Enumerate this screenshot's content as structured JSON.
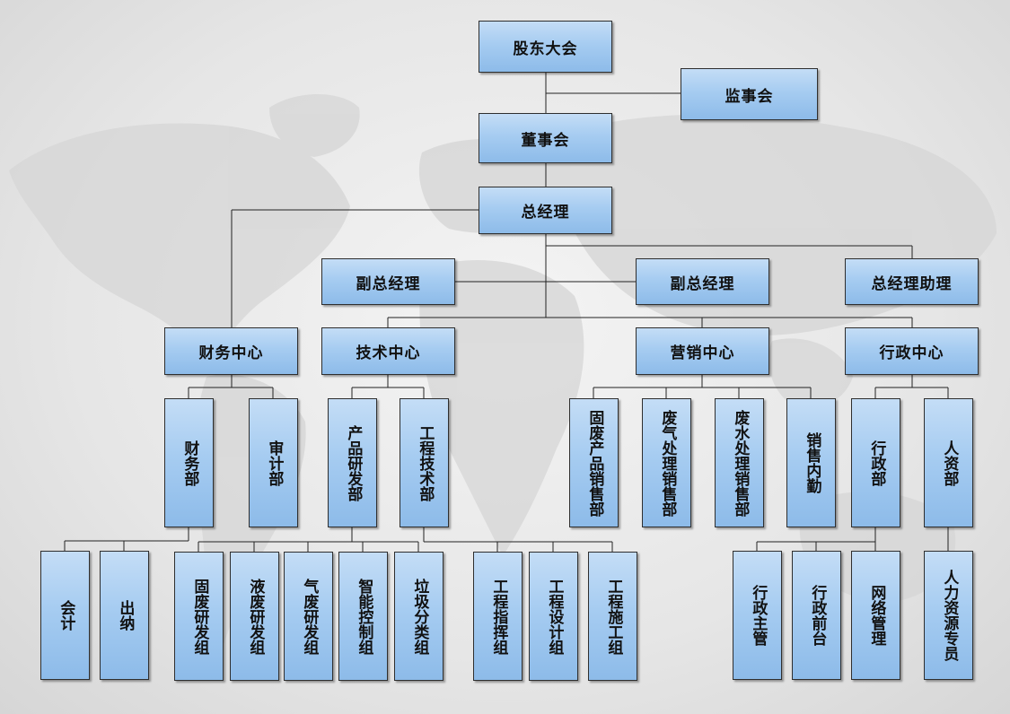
{
  "org_chart": {
    "shareholders": "股东大会",
    "supervisors": "监事会",
    "board": "董事会",
    "general_manager": "总经理",
    "deputy_gm_left": "副总经理",
    "deputy_gm_right": "副总经理",
    "gm_assistant": "总经理助理",
    "centers": {
      "finance": "财务中心",
      "technology": "技术中心",
      "marketing": "营销中心",
      "administration": "行政中心"
    },
    "departments": {
      "finance_dept": "财务部",
      "audit_dept": "审计部",
      "product_rnd_dept": "产品研发部",
      "engineering_tech_dept": "工程技术部",
      "solid_waste_sales_dept": "固废产品销售部",
      "waste_gas_sales_dept": "废气处理销售部",
      "waste_water_sales_dept": "废水处理销售部",
      "sales_internal": "销售内勤",
      "admin_dept": "行政部",
      "hr_dept": "人资部"
    },
    "teams": {
      "accounting": "会计",
      "cashier": "出纳",
      "solid_waste_rnd": "固废研发组",
      "liquid_waste_rnd": "液废研发组",
      "gas_waste_rnd": "气废研发组",
      "smart_control": "智能控制组",
      "garbage_sorting": "垃圾分类组",
      "engineering_command": "工程指挥组",
      "engineering_design": "工程设计组",
      "engineering_construction": "工程施工组",
      "admin_supervisor": "行政主管",
      "admin_front_desk": "行政前台",
      "network_management": "网络管理",
      "hr_specialist": "人力资源专员"
    }
  }
}
